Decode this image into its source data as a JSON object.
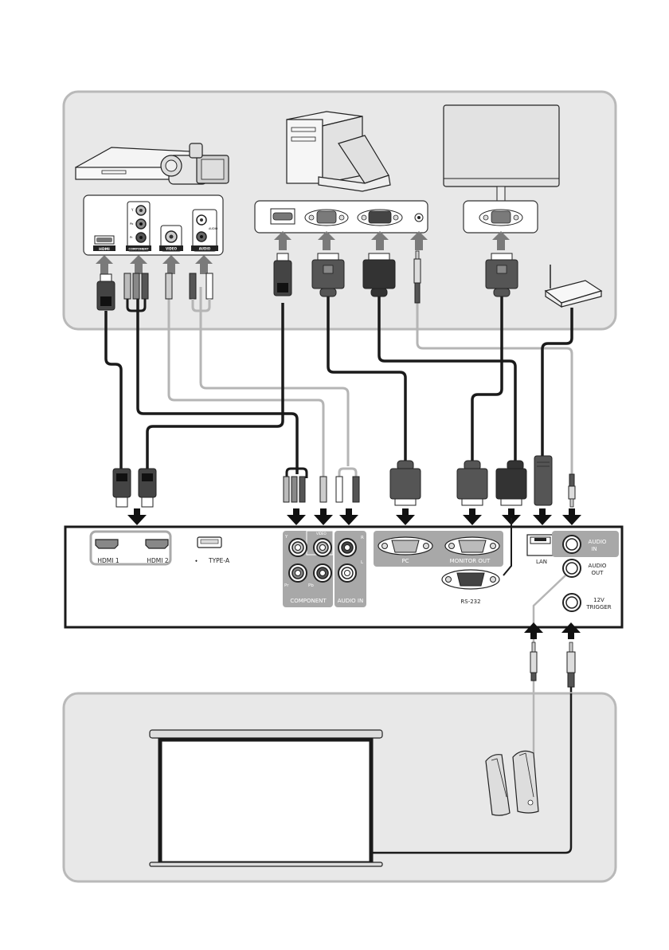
{
  "diagram": {
    "source_devices": [
      {
        "name": "AV device / Camcorder",
        "ports": [
          "HDMI",
          "COMPONENT",
          "VIDEO",
          "AUDIO"
        ]
      },
      {
        "name": "Computer / Notebook",
        "ports": [
          "HDMI",
          "VGA",
          "RS-232",
          "Audio"
        ]
      },
      {
        "name": "Monitor",
        "ports": [
          "VGA"
        ]
      },
      {
        "name": "Router",
        "ports": [
          "LAN"
        ]
      }
    ],
    "device_port_labels": {
      "hdmi": "HDMI",
      "component": "COMPONENT",
      "video": "VIDEO",
      "audio": "AUDIO",
      "audio_small": "AUDIO",
      "comp_y": "Y",
      "comp_pb": "Pb",
      "comp_pr": "Pr"
    },
    "projector_panel": {
      "hdmi1": "HDMI 1",
      "hdmi2": "HDMI 2",
      "usb": "TYPE-A",
      "component": "COMPONENT",
      "audio_in_group": "AUDIO IN",
      "y": "Y",
      "pr": "Pr",
      "pb": "Pb",
      "svideo": "VIDEO",
      "r": "R",
      "l": "L",
      "pc": "PC",
      "monitor_out": "MONITOR OUT",
      "rs232": "RS-232",
      "lan": "LAN",
      "audio_in": "AUDIO IN",
      "audio_in_l1": "AUDIO",
      "audio_in_l2": "IN",
      "audio_out_l1": "AUDIO",
      "audio_out_l2": "OUT",
      "trigger_l1": "12V",
      "trigger_l2": "TRIGGER"
    },
    "output_devices": [
      {
        "name": "Projection screen"
      },
      {
        "name": "Speakers"
      }
    ],
    "colors": {
      "panel_bg": "#e8e8e8",
      "panel_border": "#b9b9b9",
      "cable_dark": "#1a1a1a",
      "cable_light": "#b5b5b5",
      "connector_dark": "#3a3a3a",
      "connector_mid": "#555555",
      "arrow_grey": "#7a7a7a",
      "label_grey": "#a8a8a8"
    }
  }
}
